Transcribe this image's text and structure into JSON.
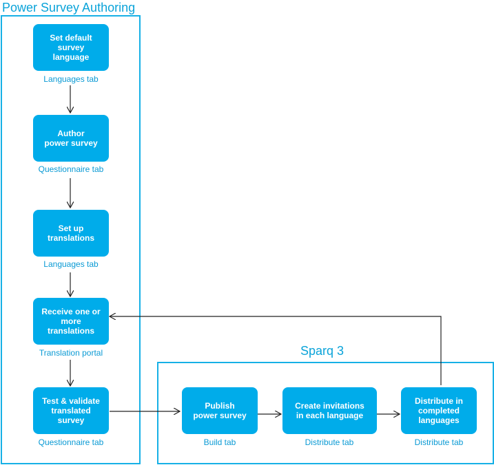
{
  "groups": {
    "authoring": {
      "title": "Power Survey Authoring"
    },
    "sparq": {
      "title": "Sparq 3"
    }
  },
  "steps": {
    "set_default_language": {
      "label": "Set default\nsurvey\nlanguage",
      "caption": "Languages tab"
    },
    "author_survey": {
      "label": "Author\npower survey",
      "caption": "Questionnaire tab"
    },
    "set_up_translations": {
      "label": "Set up\ntranslations",
      "caption": "Languages tab"
    },
    "receive_translations": {
      "label": "Receive one or\nmore\ntranslations",
      "caption": "Translation portal"
    },
    "test_validate": {
      "label": "Test & validate\ntranslated\nsurvey",
      "caption": "Questionnaire tab"
    },
    "publish": {
      "label": "Publish\npower survey",
      "caption": "Build tab"
    },
    "create_invitations": {
      "label": "Create invitations\nin each language",
      "caption": "Distribute tab"
    },
    "distribute": {
      "label": "Distribute in\ncompleted\nlanguages",
      "caption": "Distribute tab"
    }
  },
  "colors": {
    "box_fill": "#00acea",
    "frame": "#16b0e6",
    "caption_text": "#0a9ad4",
    "arrow": "#222222"
  }
}
